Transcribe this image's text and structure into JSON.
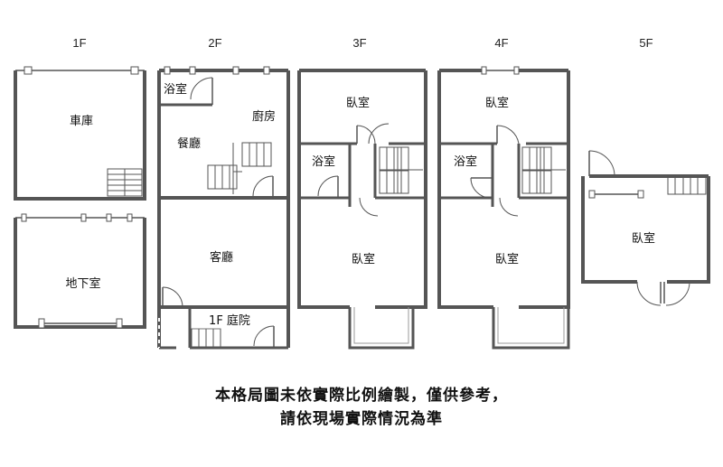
{
  "floors": {
    "f1": "1F",
    "f2": "2F",
    "f3": "3F",
    "f4": "4F",
    "f5": "5F"
  },
  "rooms": {
    "garage": "車庫",
    "basement": "地下室",
    "bath2": "浴室",
    "kitchen": "廚房",
    "dining": "餐廳",
    "living": "客廳",
    "courtyard": "1F 庭院",
    "bed3_top": "臥室",
    "bath3": "浴室",
    "bed3_main": "臥室",
    "bed4_top": "臥室",
    "bath4": "浴室",
    "bed4_main": "臥室",
    "bed5": "臥室"
  },
  "notes": {
    "line1": "本格局圖未依實際比例繪製，僅供參考，",
    "line2": "請依現場實際情況為準"
  }
}
